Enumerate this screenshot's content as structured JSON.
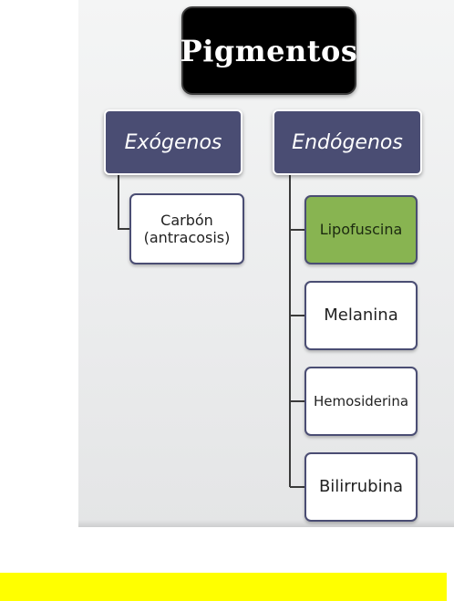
{
  "diagram": {
    "title": "Pigmentos",
    "categories": [
      {
        "label": "Exógenos",
        "items": [
          "Carbón\n(antracosis)"
        ]
      },
      {
        "label": "Endógenos",
        "items": [
          "Lipofuscina",
          "Melanina",
          "Hemosiderina",
          "Bilirrubina"
        ]
      }
    ],
    "highlighted_item": "Lipofuscina"
  },
  "colors": {
    "title_box": "#000000",
    "category_box": "#4a4d73",
    "highlight_box": "#88b451",
    "leaf_box": "#ffffff",
    "connector": "#3a3a3a",
    "bottom_bar": "#ffff00"
  }
}
